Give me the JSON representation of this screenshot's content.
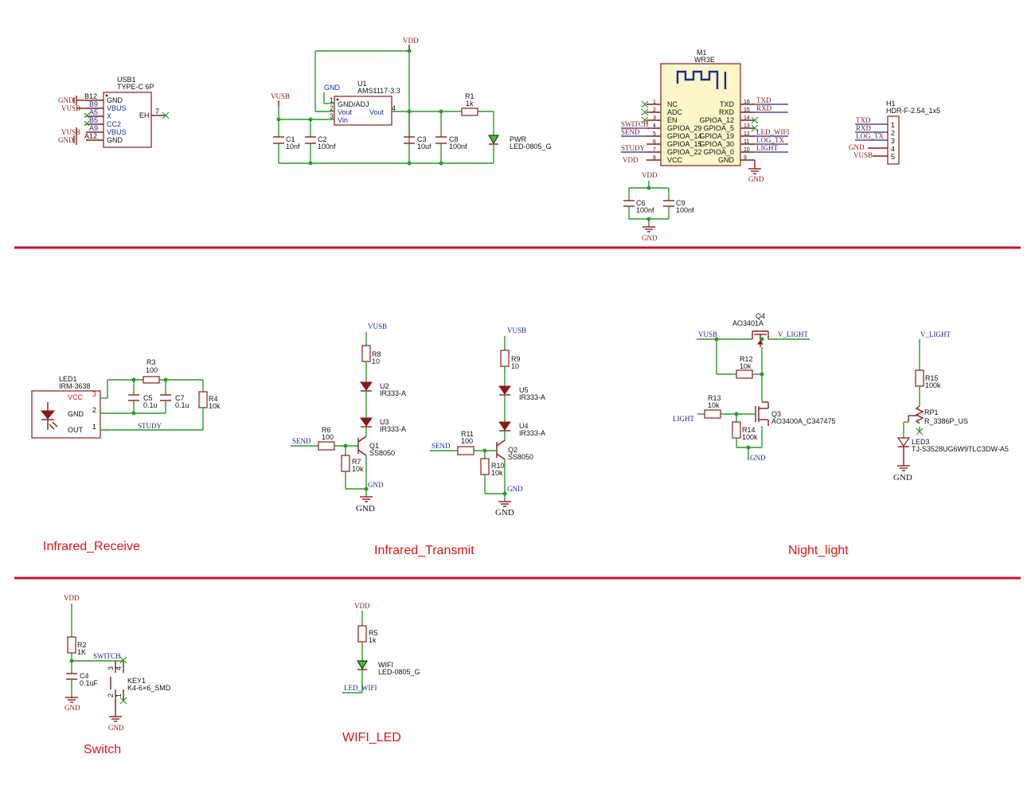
{
  "sections": {
    "infrared_receive": "Infrared_Receive",
    "infrared_transmit": "Infrared_Transmit",
    "night_light": "Night_light",
    "switch": "Switch",
    "wifi_led": "WIFI_LED"
  },
  "nets": {
    "vdd": "VDD",
    "vusb": "VUSB",
    "gnd": "GND",
    "send": "SEND",
    "switch": "SWITCH",
    "study": "STUDY",
    "txd": "TXD",
    "rxd": "RXD",
    "led_wifi": "LED_WIFI",
    "log_tx": "LOG_TX",
    "light": "LIGHT",
    "v_light": "V_LIGHT"
  },
  "usb1": {
    "ref": "USB1",
    "value": "TYPE-C 6P",
    "pins": [
      "B12",
      "B9",
      "A5",
      "B5",
      "A9",
      "A12"
    ],
    "names": [
      "GND",
      "VBUS",
      "X",
      "CC2",
      "VBUS",
      "GND"
    ],
    "eh": "EH",
    "eh_pin": "7"
  },
  "u1": {
    "ref": "U1",
    "value": "AMS1117-3.3",
    "pin_names": [
      "GND/ADJ",
      "Vout",
      "Vin",
      "Vout"
    ],
    "pins": [
      "1",
      "2",
      "3",
      "4"
    ],
    "gnd_label": "GND"
  },
  "power_caps": [
    {
      "ref": "C1",
      "value": "10nf"
    },
    {
      "ref": "C2",
      "value": "100nf"
    },
    {
      "ref": "C3",
      "value": "10uf"
    },
    {
      "ref": "C8",
      "value": "100nf"
    }
  ],
  "r1": {
    "ref": "R1",
    "value": "1k"
  },
  "pwr_led": {
    "ref": "PWR",
    "value": "LED-0805_G"
  },
  "m1": {
    "ref": "M1",
    "value": "WR3E",
    "left_pins": [
      "1",
      "2",
      "3",
      "4",
      "5",
      "6",
      "7",
      "8"
    ],
    "left_names": [
      "NC",
      "ADC",
      "EN",
      "GPIOA_29",
      "GPIOA_14",
      "GPIOA_15",
      "GPIOA_22",
      "VCC"
    ],
    "right_pins": [
      "16",
      "15",
      "14",
      "13",
      "12",
      "11",
      "10",
      "9"
    ],
    "right_names": [
      "TXD",
      "RXD",
      "GPIOA_12",
      "GPIOA_5",
      "GPIOA_19",
      "GPIOA_30",
      "GPIOA_0",
      "GND"
    ]
  },
  "m1_caps": [
    {
      "ref": "C6",
      "value": "100nf"
    },
    {
      "ref": "C9",
      "value": "100nf"
    }
  ],
  "h1": {
    "ref": "H1",
    "value": "HDR-F-2.54_1x5",
    "pins": [
      "1",
      "2",
      "3",
      "4",
      "5"
    ]
  },
  "ir_receive": {
    "led1": {
      "ref": "LED1",
      "value": "IRM-3638"
    },
    "pin_names": [
      "VCC",
      "GND",
      "OUT"
    ],
    "pins": [
      "3",
      "2",
      "1"
    ],
    "r3": {
      "ref": "R3",
      "value": "100"
    },
    "c5": {
      "ref": "C5",
      "value": "0.1u"
    },
    "c7": {
      "ref": "C7",
      "value": "0.1u"
    },
    "r4": {
      "ref": "R4",
      "value": "10k"
    }
  },
  "ir_transmit": {
    "ch1": {
      "r8": {
        "ref": "R8",
        "value": "10"
      },
      "u2": {
        "ref": "U2",
        "value": "IR333-A"
      },
      "u3": {
        "ref": "U3",
        "value": "IR333-A"
      },
      "r6": {
        "ref": "R6",
        "value": "100"
      },
      "r7": {
        "ref": "R7",
        "value": "10k"
      },
      "q1": {
        "ref": "Q1",
        "value": "SS8050"
      }
    },
    "ch2": {
      "r9": {
        "ref": "R9",
        "value": "10"
      },
      "u5": {
        "ref": "U5",
        "value": "IR333-A"
      },
      "u4": {
        "ref": "U4",
        "value": "IR333-A"
      },
      "r11": {
        "ref": "R11",
        "value": "100"
      },
      "r10": {
        "ref": "R10",
        "value": "10k"
      },
      "q2": {
        "ref": "Q2",
        "value": "SS8050"
      }
    }
  },
  "night_light": {
    "q4": {
      "ref": "Q4",
      "value": "AO3401A"
    },
    "r12": {
      "ref": "R12",
      "value": "10k"
    },
    "r13": {
      "ref": "R13",
      "value": "10k"
    },
    "r14": {
      "ref": "R14",
      "value": "100k"
    },
    "q3": {
      "ref": "Q3",
      "value": "AO3400A_C347475"
    },
    "r15": {
      "ref": "R15",
      "value": "100k"
    },
    "rp1": {
      "ref": "RP1",
      "value": "R_3386P_US"
    },
    "led3": {
      "ref": "LED3",
      "value": "TJ-S3528UG6W9TLC3DW-A5"
    }
  },
  "switch_sec": {
    "r2": {
      "ref": "R2",
      "value": "1K"
    },
    "c4": {
      "ref": "C4",
      "value": "0.1uF"
    },
    "key1": {
      "ref": "KEY1",
      "value": "K4-6×6_SMD"
    },
    "pins": [
      "3",
      "4",
      "2",
      "1"
    ]
  },
  "wifi_sec": {
    "r5": {
      "ref": "R5",
      "value": "1k"
    },
    "led": {
      "ref": "WIFI",
      "value": "LED-0805_G"
    }
  }
}
